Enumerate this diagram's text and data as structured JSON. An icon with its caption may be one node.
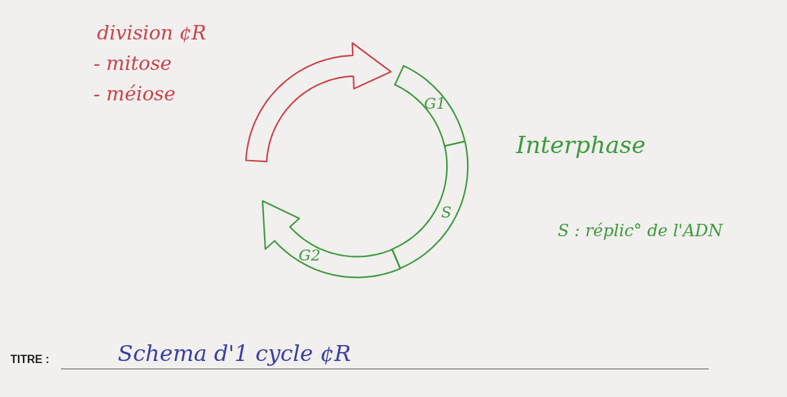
{
  "diagram": {
    "title": "Schema d'1 cycle ¢R",
    "nodes": [
      {
        "text": [],
        "shape": "arrow",
        "beside": [
          "division ¢R",
          "- mitose",
          "- méiose"
        ]
      },
      {
        "text": [
          "G1"
        ]
      },
      {
        "text": [
          "S"
        ]
      },
      {
        "text": [
          "G2"
        ]
      }
    ],
    "labels": [
      "Interphase",
      "S : réplic° de l'ADN",
      "TITRE :"
    ]
  }
}
